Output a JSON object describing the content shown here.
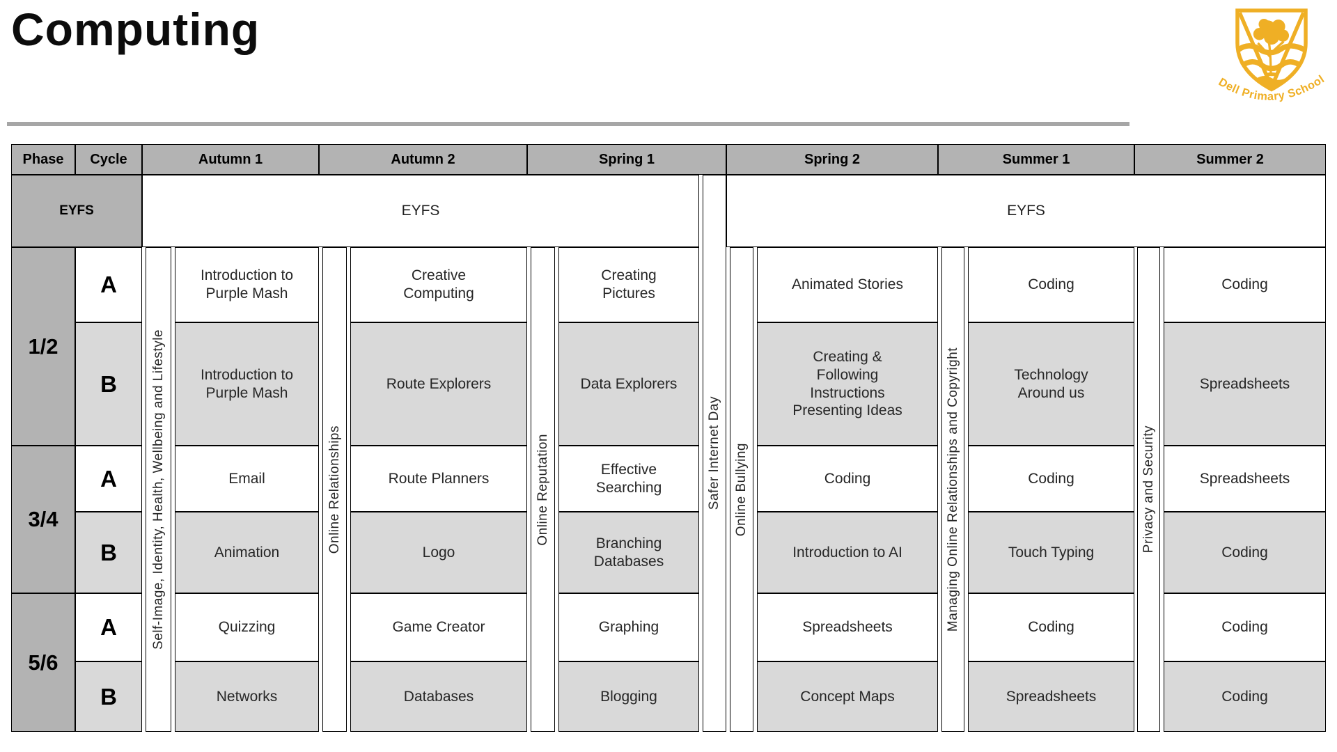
{
  "page": {
    "title": "Computing"
  },
  "logo": {
    "school_name": "Dell Primary School",
    "gold": "#EFAF25"
  },
  "colors": {
    "header_gray": "#b3b3b3",
    "row_b_gray": "#d9d9d9",
    "divider_gray": "#a6a6a6",
    "border": "#000000"
  },
  "table": {
    "headers": [
      "Phase",
      "Cycle",
      "Autumn 1",
      "Autumn 2",
      "Spring 1",
      "Spring 2",
      "Summer 1",
      "Summer 2"
    ],
    "eyfs": {
      "label": "EYFS",
      "left": "EYFS",
      "right": "EYFS"
    },
    "strips": [
      {
        "id": "self-image",
        "label": "Self-Image, Identity, Health, Wellbeing and Lifestyle"
      },
      {
        "id": "online-relationships",
        "label": "Online Relationships"
      },
      {
        "id": "online-reputation",
        "label": "Online Reputation"
      },
      {
        "id": "safer-internet-day",
        "label": "Safer Internet Day"
      },
      {
        "id": "online-bullying",
        "label": "Online Bullying"
      },
      {
        "id": "managing-online-relationships",
        "label": "Managing Online Relationships and Copyright"
      },
      {
        "id": "privacy-and-security",
        "label": "Privacy and Security"
      }
    ],
    "phases": [
      {
        "label": "1/2",
        "cycles": [
          {
            "label": "A",
            "cells": [
              "Introduction to\nPurple Mash",
              "Creative\nComputing",
              "Creating\nPictures",
              "Animated Stories",
              "Coding",
              "Coding"
            ]
          },
          {
            "label": "B",
            "cells": [
              "Introduction to\nPurple Mash",
              "Route Explorers",
              "Data Explorers",
              "Creating &\nFollowing\nInstructions\nPresenting Ideas",
              "Technology\nAround us",
              "Spreadsheets"
            ]
          }
        ]
      },
      {
        "label": "3/4",
        "cycles": [
          {
            "label": "A",
            "cells": [
              "Email",
              "Route Planners",
              "Effective\nSearching",
              "Coding",
              "Coding",
              "Spreadsheets"
            ]
          },
          {
            "label": "B",
            "cells": [
              "Animation",
              "Logo",
              "Branching\nDatabases",
              "Introduction to AI",
              "Touch Typing",
              "Coding"
            ]
          }
        ]
      },
      {
        "label": "5/6",
        "cycles": [
          {
            "label": "A",
            "cells": [
              "Quizzing",
              "Game Creator",
              "Graphing",
              "Spreadsheets",
              "Coding",
              "Coding"
            ]
          },
          {
            "label": "B",
            "cells": [
              "Networks",
              "Databases",
              "Blogging",
              "Concept Maps",
              "Spreadsheets",
              "Coding"
            ]
          }
        ]
      }
    ]
  }
}
